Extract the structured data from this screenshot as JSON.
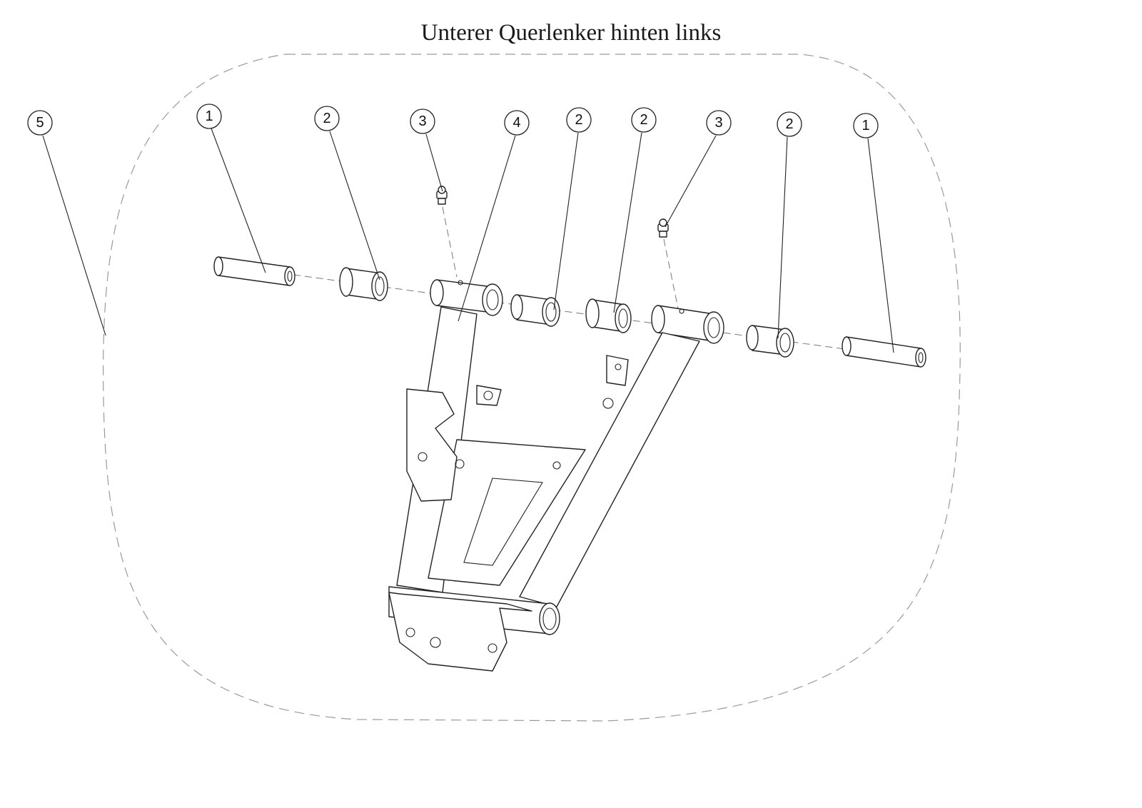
{
  "title": "Unterer Querlenker hinten links",
  "callouts": [
    {
      "id": "c5",
      "number": "5"
    },
    {
      "id": "c1a",
      "number": "1"
    },
    {
      "id": "c2a",
      "number": "2"
    },
    {
      "id": "c3a",
      "number": "3"
    },
    {
      "id": "c4",
      "number": "4"
    },
    {
      "id": "c2b",
      "number": "2"
    },
    {
      "id": "c2c",
      "number": "2"
    },
    {
      "id": "c3b",
      "number": "3"
    },
    {
      "id": "c2d",
      "number": "2"
    },
    {
      "id": "c1b",
      "number": "1"
    }
  ]
}
